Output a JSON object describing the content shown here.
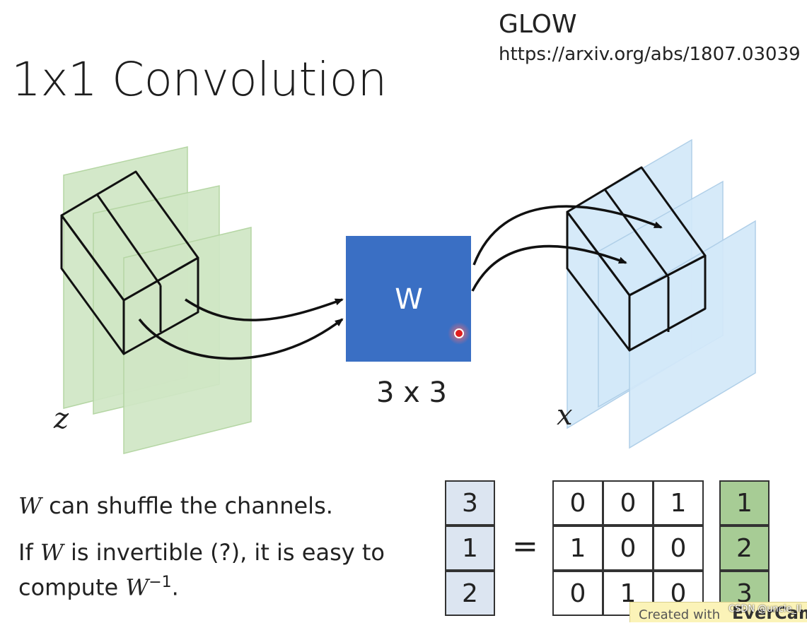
{
  "slide": {
    "title": "1x1 Convolution",
    "reference": {
      "name": "GLOW",
      "url": "https://arxiv.org/abs/1807.03039"
    }
  },
  "diagram": {
    "weight_box": {
      "label": "W",
      "size_label": "3 x 3",
      "color": "#3a6fc4"
    },
    "input_label": "z",
    "output_label": "x",
    "input_color": "#cfe6c4",
    "output_color": "#d3e8f8"
  },
  "text": {
    "line1": {
      "var": "W",
      "rest": " can shuffle the channels."
    },
    "line2": {
      "prefix": "If ",
      "var": "W",
      "rest": " is invertible (?), it is easy to"
    },
    "line3": {
      "prefix": "compute ",
      "var": "W",
      "sup": "−1",
      "suffix": "."
    }
  },
  "equation": {
    "left_vector": [
      "3",
      "1",
      "2"
    ],
    "equals": "=",
    "matrix": [
      [
        "0",
        "0",
        "1"
      ],
      [
        "1",
        "0",
        "0"
      ],
      [
        "0",
        "1",
        "0"
      ]
    ],
    "right_vector": [
      "1",
      "2",
      "3"
    ]
  },
  "watermark": {
    "created": "Created with",
    "brand": "EverCam.",
    "csdn": "CSDN @uncle_ll"
  }
}
